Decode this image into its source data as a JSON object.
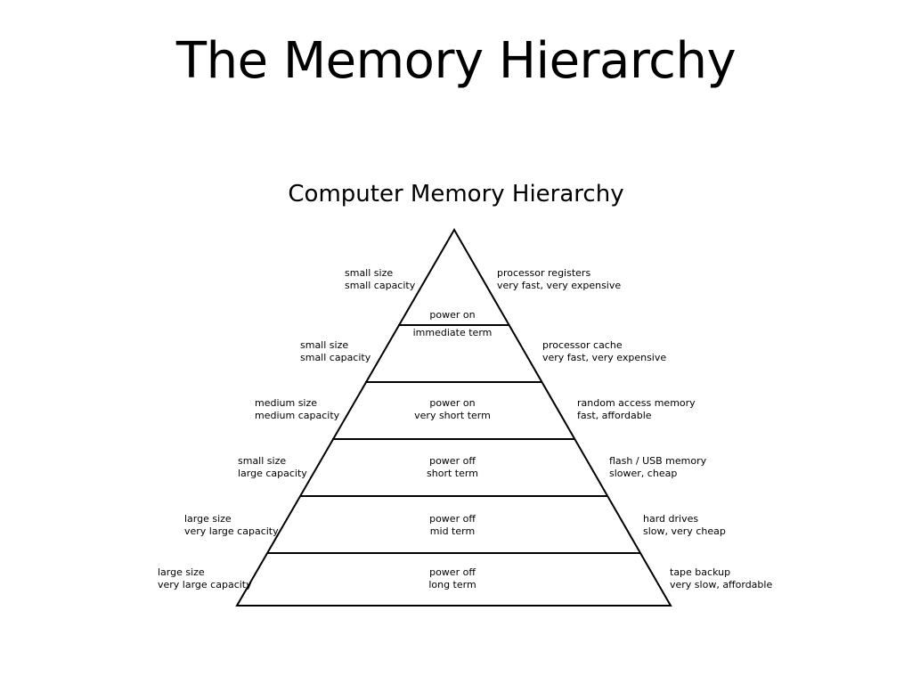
{
  "page": {
    "title": "The Memory Hierarchy",
    "diagram_title": "Computer Memory Hierarchy"
  },
  "levels": [
    {
      "left": [
        "small size",
        "small capacity"
      ],
      "center": [
        "power on",
        "immediate term"
      ],
      "right": [
        "processor registers",
        "very fast, very expensive"
      ]
    },
    {
      "left": [
        "small size",
        "small capacity"
      ],
      "center": [],
      "right": [
        "processor cache",
        "very fast, very expensive"
      ]
    },
    {
      "left": [
        "medium size",
        "medium capacity"
      ],
      "center": [
        "power on",
        "very short term"
      ],
      "right": [
        "random access memory",
        "fast, affordable"
      ]
    },
    {
      "left": [
        "small size",
        "large capacity"
      ],
      "center": [
        "power off",
        "short term"
      ],
      "right": [
        "flash / USB memory",
        "slower, cheap"
      ]
    },
    {
      "left": [
        "large size",
        "very large capacity"
      ],
      "center": [
        "power off",
        "mid term"
      ],
      "right": [
        "hard drives",
        "slow, very cheap"
      ]
    },
    {
      "left": [
        "large size",
        "very large capacity"
      ],
      "center": [
        "power off",
        "long term"
      ],
      "right": [
        "tape backup",
        "very slow, affordable"
      ]
    }
  ],
  "colors": {
    "line": "#000000",
    "background": "#ffffff"
  }
}
